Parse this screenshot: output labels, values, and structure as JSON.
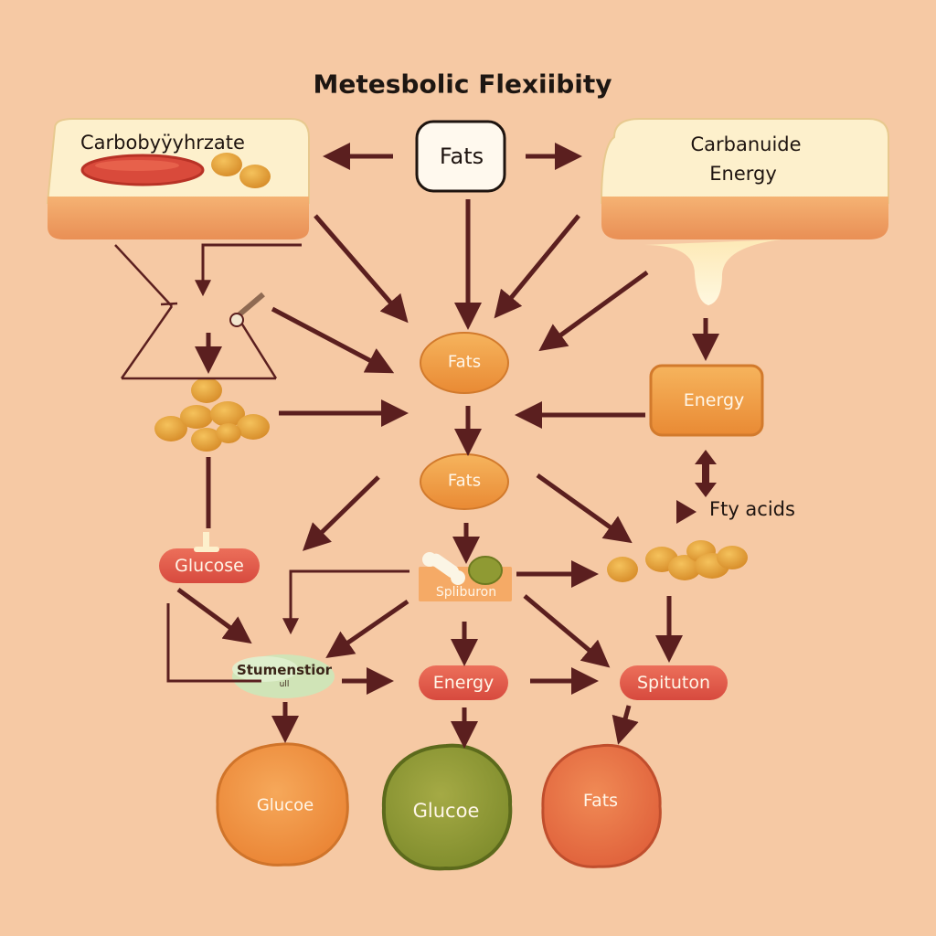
{
  "title": "Metesbolic Flexiibity",
  "labels": {
    "top_left_box": "Carbobyÿyhrzate",
    "top_center_box": "Fats",
    "top_right_box_line1": "Carbanuide",
    "top_right_box_line2": "Energy",
    "fats_node_1": "Fats",
    "fats_node_2": "Fats",
    "energy_box": "Energy",
    "fatty_acids": "Fty acids",
    "glucose_pill": "Glucose",
    "spliburon_node": "Spliburon",
    "stumenstior_node": "Stumenstior",
    "stumenstior_sub": "ull",
    "energy_pill": "Energy",
    "spituton_pill": "Spituton",
    "bottom_left_blob": "Glucoe",
    "bottom_center_blob": "Glucoe",
    "bottom_right_blob": "Fats"
  },
  "colors": {
    "background": "#f6c9a4",
    "arrow": "#5b1f1f",
    "orange_node": "#ef9a3e",
    "red_pill": "#e1584a",
    "olive": "#8f9a33",
    "bean": "#e3a13c",
    "cream": "#fdf0cc"
  }
}
